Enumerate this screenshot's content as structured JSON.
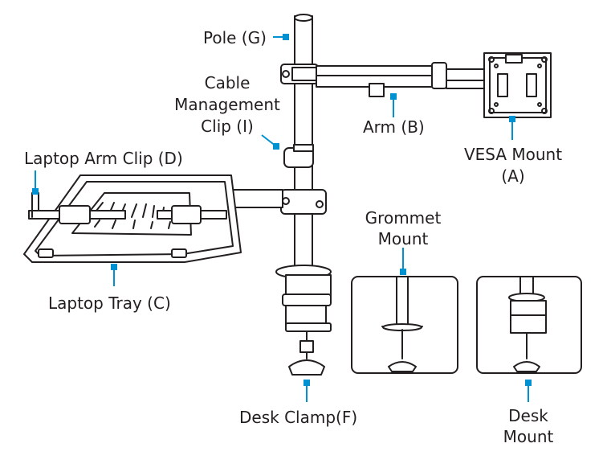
{
  "labels": {
    "pole": "Pole (G)",
    "cable_1": "Cable",
    "cable_2": "Management",
    "cable_3": "Clip (I)",
    "arm": "Arm (B)",
    "vesa_1": "VESA Mount",
    "vesa_2": "(A)",
    "laptop_clip": "Laptop Arm Clip (D)",
    "laptop_tray": "Laptop Tray (C)",
    "grommet_1": "Grommet",
    "grommet_2": "Mount",
    "desk_clamp": "Desk Clamp(F)",
    "desk_mount_1": "Desk",
    "desk_mount_2": "Mount"
  },
  "colors": {
    "line": "#231f20",
    "marker": "#0092d0"
  }
}
